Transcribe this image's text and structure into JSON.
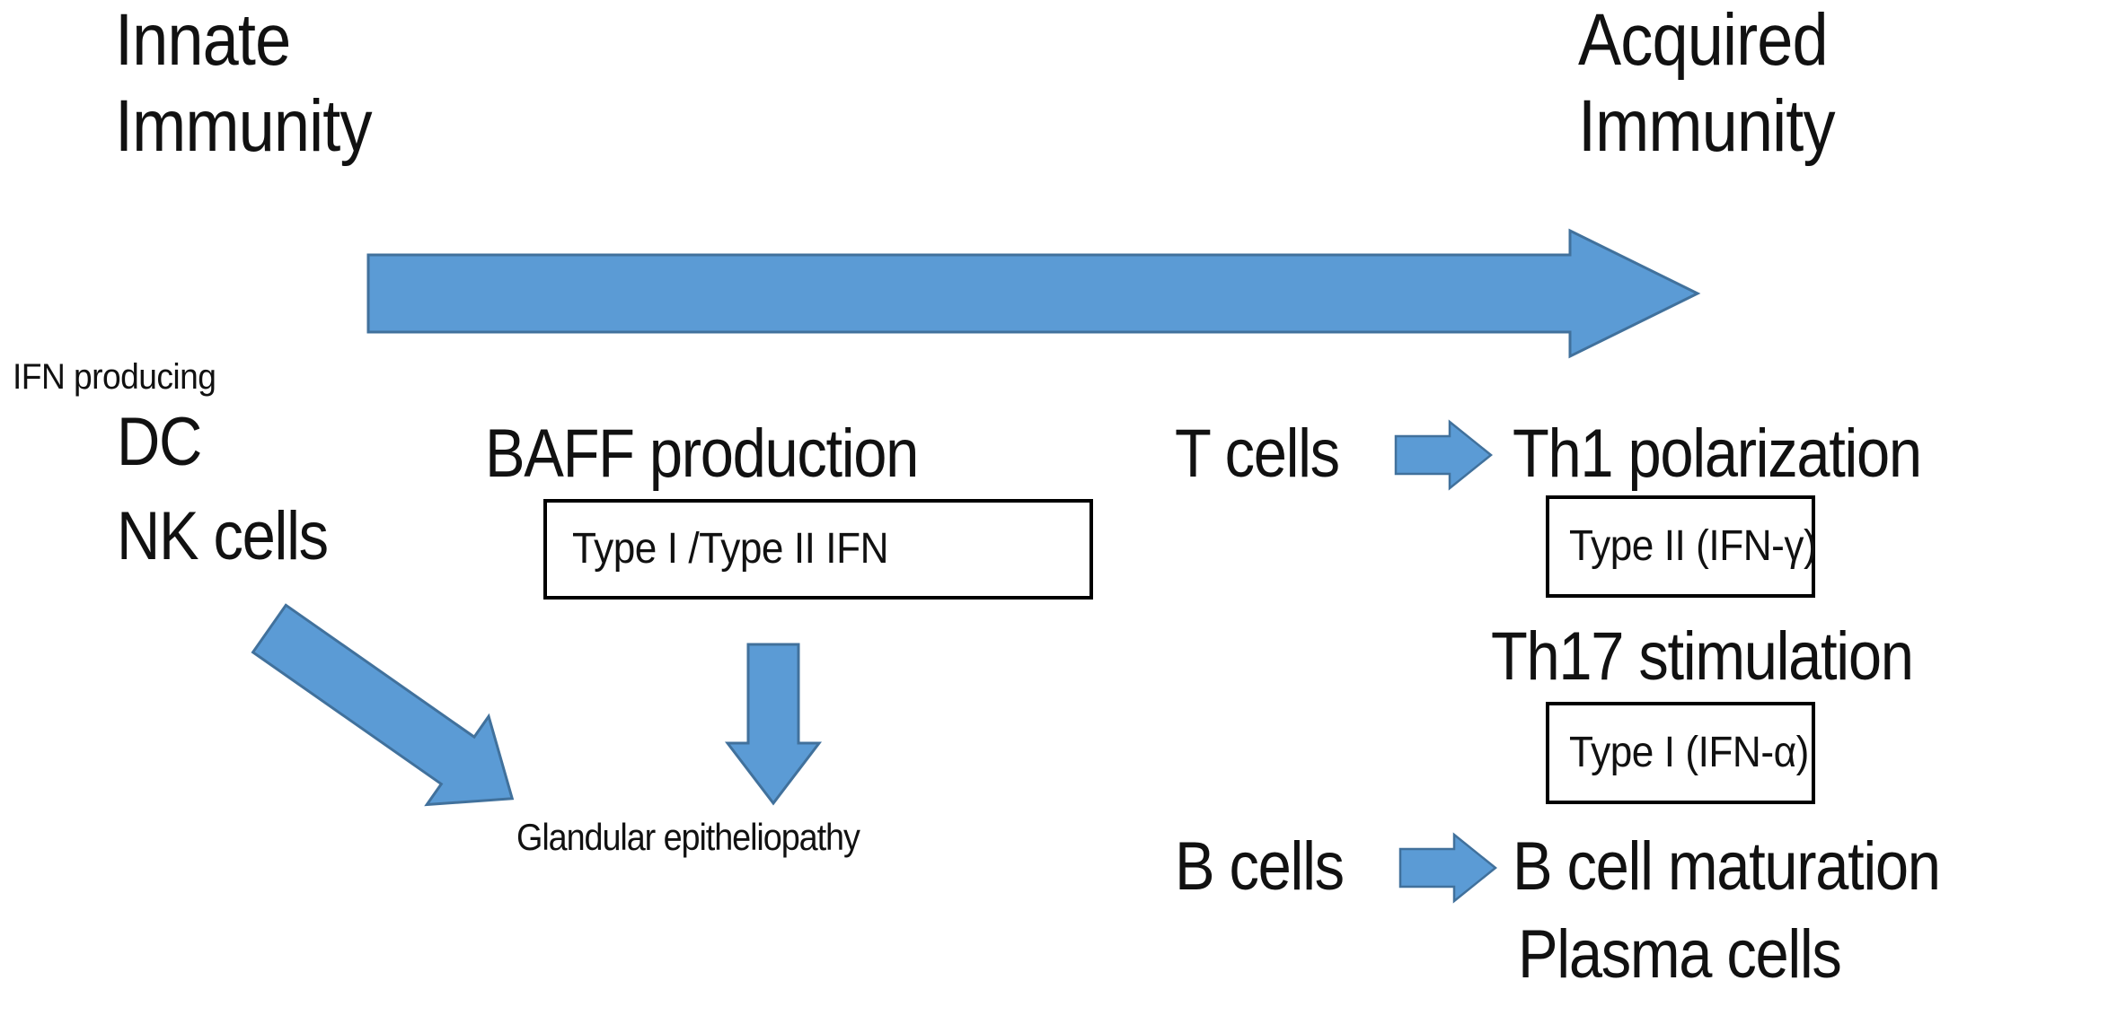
{
  "palette": {
    "arrow_fill": "#5B9BD5",
    "arrow_stroke": "#41719C",
    "text": "#111111",
    "box_border": "#000000",
    "background": "#FFFFFF"
  },
  "headings": {
    "left": {
      "line1": "Innate",
      "line2": "Immunity"
    },
    "right": {
      "line1": "Acquired",
      "line2": "Immunity"
    }
  },
  "axis_arrow": {
    "name": "innate-to-acquired-progression-arrow",
    "direction": "right",
    "from_label": "Innate Immunity",
    "to_label": "Acquired Immunity"
  },
  "innate_column": {
    "caption": "IFN producing",
    "cells": [
      "DC",
      "NK cells"
    ]
  },
  "baff_block": {
    "title": "BAFF production",
    "box_text": "Type I /Type II IFN"
  },
  "glandular": {
    "label": "Glandular epitheliopathy"
  },
  "acquired_rows": [
    {
      "source": "T cells",
      "arrow": "right-arrow",
      "targets": [
        "Th1 polarization"
      ],
      "box_text": "Type II (IFN-γ)"
    },
    {
      "source": "",
      "arrow": "",
      "targets": [
        "Th17 stimulation"
      ],
      "box_text": "Type I (IFN-α)"
    },
    {
      "source": "B cells",
      "arrow": "right-arrow",
      "targets": [
        "B cell maturation",
        "Plasma cells"
      ],
      "box_text": ""
    }
  ]
}
